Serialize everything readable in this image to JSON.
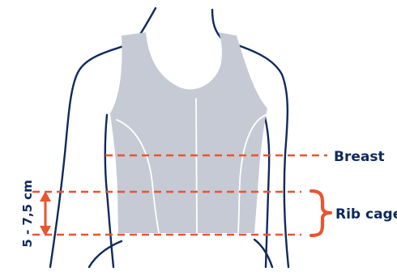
{
  "labels": {
    "breast": "Breast",
    "rib_cage": "Rib cage",
    "distance": "5 - 7,5 cm"
  },
  "colors": {
    "outline": "#0f2a5c",
    "garment": "#c6cad4",
    "seam": "#ffffff",
    "accent": "#e8552f",
    "label": "#0f2a5c"
  }
}
